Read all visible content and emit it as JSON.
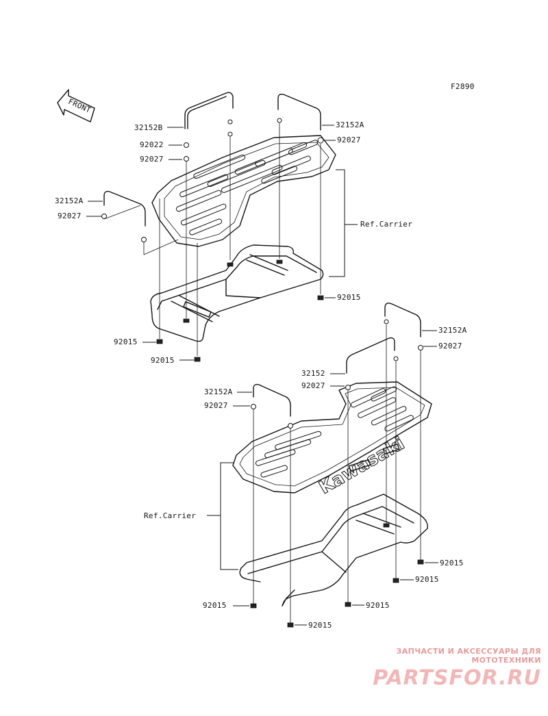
{
  "figure_code": "F2890",
  "front_arrow_label": "FRONT",
  "rear_carrier": {
    "callouts": {
      "c32152B": "32152B",
      "c92022": "92022",
      "c92027_a": "92027",
      "c32152A_right": "32152A",
      "c92027_right": "92027",
      "c32152A_left": "32152A",
      "c92027_left": "92027",
      "ref_carrier": "Ref.Carrier",
      "c92015_right": "92015",
      "c92015_left": "92015",
      "c92015_bottom": "92015"
    }
  },
  "front_carrier": {
    "callouts": {
      "c32152A_right": "32152A",
      "c92027_right": "92027",
      "c32152": "32152",
      "c92027_mid": "92027",
      "c32152A_left": "32152A",
      "c92027_left": "92027",
      "ref_carrier": "Ref.Carrier",
      "c92015_right": "92015",
      "c92015_mid": "92015",
      "c92015_left": "92015",
      "c92015_center": "92015",
      "c92015_bottom": "92015"
    },
    "brand_logo": "Kawasaki"
  },
  "watermark": {
    "tagline": "ЗАПЧАСТИ И АКСЕССУАРЫ ДЛЯ МОТОТЕХНИКИ",
    "site": "PARTSFOR.RU"
  }
}
